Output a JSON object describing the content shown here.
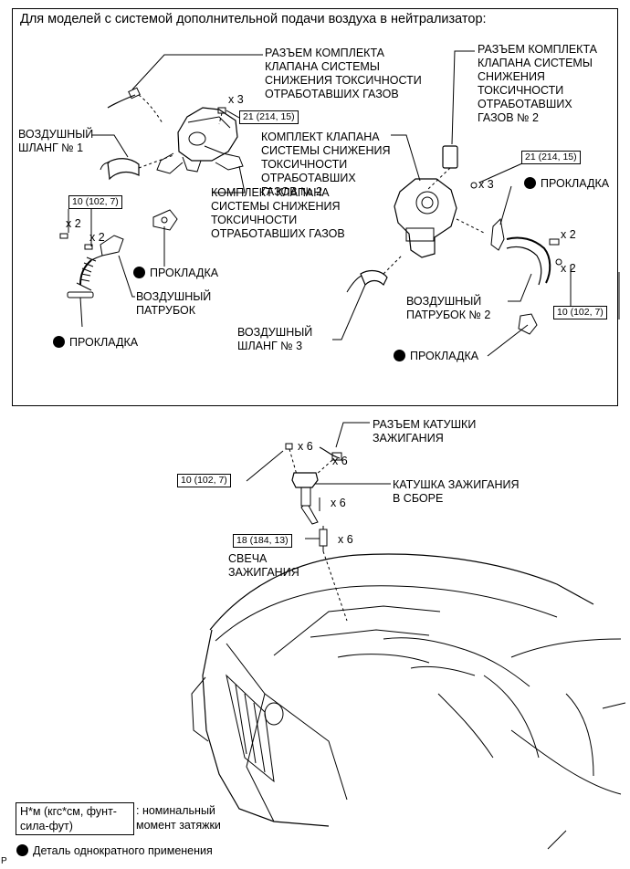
{
  "header": "Для моделей с системой дополнительной подачи воздуха в нейтрализатор:",
  "labels": {
    "connector_kit_1": [
      "РАЗЪЕМ КОМПЛЕКТА",
      "КЛАПАНА СИСТЕМЫ",
      "СНИЖЕНИЯ ТОКСИЧНОСТИ",
      "ОТРАБОТАВШИХ ГАЗОВ"
    ],
    "connector_kit_2": [
      "РАЗЪЕМ КОМПЛЕКТА",
      "КЛАПАНА СИСТЕМЫ",
      "СНИЖЕНИЯ",
      "ТОКСИЧНОСТИ",
      "ОТРАБОТАВШИХ",
      "ГАЗОВ № 2"
    ],
    "air_hose_1": [
      "ВОЗДУШНЫЙ",
      "ШЛАНГ № 1"
    ],
    "valve_kit_2": [
      "КОМПЛЕКТ КЛАПАНА",
      "СИСТЕМЫ СНИЖЕНИЯ",
      "ТОКСИЧНОСТИ",
      "ОТРАБОТАВШИХ",
      "ГАЗОВ № 2"
    ],
    "valve_kit_1": [
      "КОМПЛЕКТ КЛАПАНА",
      "СИСТЕМЫ СНИЖЕНИЯ",
      "ТОКСИЧНОСТИ",
      "ОТРАБОТАВШИХ ГАЗОВ"
    ],
    "gasket": "ПРОКЛАДКА",
    "air_pipe": [
      "ВОЗДУШНЫЙ",
      "ПАТРУБОК"
    ],
    "air_hose_3": [
      "ВОЗДУШНЫЙ",
      "ШЛАНГ № 3"
    ],
    "air_pipe_2": [
      "ВОЗДУШНЫЙ",
      "ПАТРУБОК № 2"
    ],
    "ignition_coil_connector": [
      "РАЗЪЕМ КАТУШКИ",
      "ЗАЖИГАНИЯ"
    ],
    "ignition_coil_assy": [
      "КАТУШКА ЗАЖИГАНИЯ",
      "В СБОРЕ"
    ],
    "spark_plug": [
      "СВЕЧА",
      "ЗАЖИГАНИЯ"
    ]
  },
  "quantities": {
    "x2": "x 2",
    "x3": "x 3",
    "x6": "x 6"
  },
  "torques": {
    "t21": "21 (214, 15)",
    "t10": "10 (102, 7)",
    "t18": "18 (184, 13)"
  },
  "legend": {
    "torque_units": "Н*м (кгс*см, фунт-сила-фут)",
    "torque_desc": ": номинальный момент затяжки",
    "nonreusable": "Деталь однократного применения"
  },
  "corner_code": "P"
}
